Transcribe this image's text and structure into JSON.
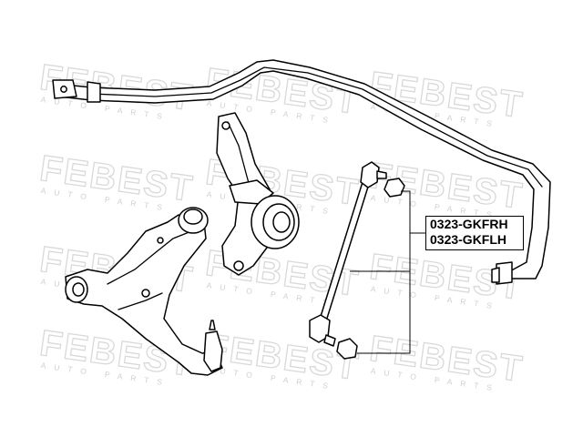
{
  "watermark": {
    "brand": "FEBEST",
    "tagline": "AUTO PARTS"
  },
  "part_numbers": [
    "0323-GKFRH",
    "0323-GKFLH"
  ],
  "colors": {
    "line": "#000000",
    "watermark": "#d9d9d9",
    "background": "#ffffff"
  }
}
